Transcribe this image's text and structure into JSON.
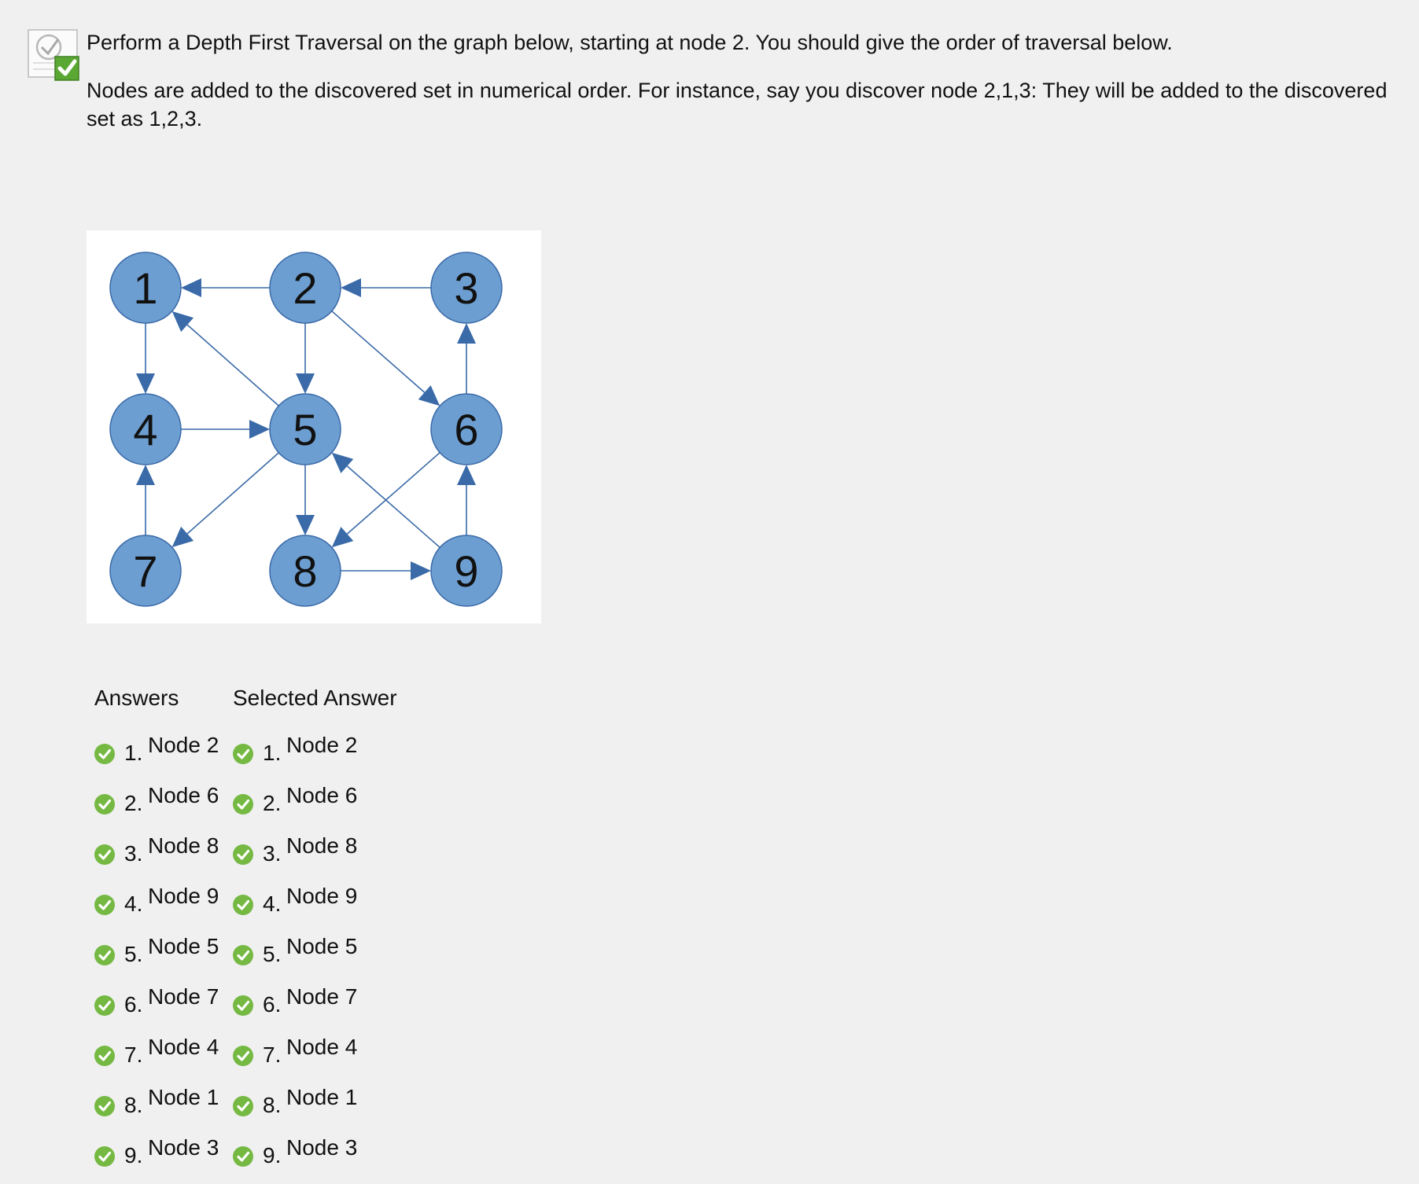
{
  "question": {
    "line1": "Perform a Depth First Traversal on the graph below, starting at node 2. You should give the order of traversal below.",
    "line2": "Nodes are added to the discovered set in numerical order. For instance, say you discover node 2,1,3: They will be added to the discovered set as 1,2,3."
  },
  "graph": {
    "nodes": [
      "1",
      "2",
      "3",
      "4",
      "5",
      "6",
      "7",
      "8",
      "9"
    ],
    "edges": [
      [
        "2",
        "1"
      ],
      [
        "3",
        "2"
      ],
      [
        "1",
        "4"
      ],
      [
        "2",
        "5"
      ],
      [
        "2",
        "6"
      ],
      [
        "5",
        "1"
      ],
      [
        "4",
        "5"
      ],
      [
        "6",
        "3"
      ],
      [
        "5",
        "8"
      ],
      [
        "5",
        "7"
      ],
      [
        "6",
        "8"
      ],
      [
        "7",
        "4"
      ],
      [
        "9",
        "6"
      ],
      [
        "9",
        "5"
      ],
      [
        "8",
        "9"
      ]
    ],
    "node_color": "#6d9ed1",
    "edge_color": "#3a6aa8"
  },
  "answers": {
    "header_answers": "Answers",
    "header_selected": "Selected Answer",
    "correct_order": [
      {
        "num": "1.",
        "label": "Node 2"
      },
      {
        "num": "2.",
        "label": "Node 6"
      },
      {
        "num": "3.",
        "label": "Node 8"
      },
      {
        "num": "4.",
        "label": "Node 9"
      },
      {
        "num": "5.",
        "label": "Node 5"
      },
      {
        "num": "6.",
        "label": "Node 7"
      },
      {
        "num": "7.",
        "label": "Node 4"
      },
      {
        "num": "8.",
        "label": "Node 1"
      },
      {
        "num": "9.",
        "label": "Node 3"
      }
    ],
    "selected_order": [
      {
        "num": "1.",
        "label": "Node 2"
      },
      {
        "num": "2.",
        "label": "Node 6"
      },
      {
        "num": "3.",
        "label": "Node 8"
      },
      {
        "num": "4.",
        "label": "Node 9"
      },
      {
        "num": "5.",
        "label": "Node 5"
      },
      {
        "num": "6.",
        "label": "Node 7"
      },
      {
        "num": "7.",
        "label": "Node 4"
      },
      {
        "num": "8.",
        "label": "Node 1"
      },
      {
        "num": "9.",
        "label": "Node 3"
      }
    ],
    "check_color": "#75b943"
  }
}
